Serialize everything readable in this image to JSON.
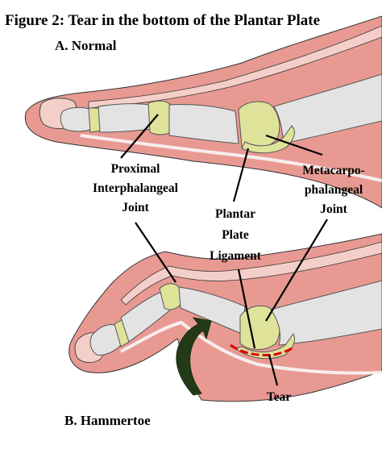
{
  "figure": {
    "title": "Figure 2: Tear in the bottom of the Plantar Plate",
    "panel_a_label": "A. Normal",
    "panel_b_label": "B. Hammertoe"
  },
  "labels": {
    "pip": [
      "Proximal",
      "Interphalangeal",
      "Joint"
    ],
    "mtp": [
      "Metacarpo-",
      "phalangeal",
      "Joint"
    ],
    "plantar_plate": [
      "Plantar",
      "Plate",
      "Ligament"
    ],
    "tear": "Tear"
  },
  "colors": {
    "skin": "#e89a92",
    "skin_light": "#f4cfc9",
    "bone": "#e3e3e3",
    "cartilage": "#dfe39a",
    "tendon": "#f7eeee",
    "tear_line": "#e00000",
    "arrow_green": "#223a18",
    "outline": "#333333"
  },
  "icons": {
    "bend_arrow": "curved-arrow-icon"
  }
}
